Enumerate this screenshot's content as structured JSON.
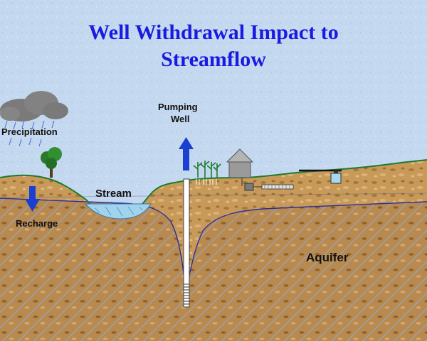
{
  "title": {
    "line1": "Well Withdrawal Impact to",
    "line2": "Streamflow",
    "color": "#1a1ae0"
  },
  "labels": {
    "precipitation": "Precipitation",
    "pumping_well_line1": "Pumping",
    "pumping_well_line2": "Well",
    "stream": "Stream",
    "recharge": "Recharge",
    "aquifer": "Aquifer"
  },
  "colors": {
    "background": "#c4d9f0",
    "soil": "#c89a5a",
    "aquifer": "#b88a50",
    "water": "#9fd4ec",
    "arrows": "#1a3fd1"
  },
  "icons": [
    "rain-cloud-icon",
    "tree-icon",
    "up-arrow-icon",
    "down-arrow-icon",
    "crops-icon",
    "house-icon",
    "pump-icon",
    "water-tank-icon"
  ]
}
